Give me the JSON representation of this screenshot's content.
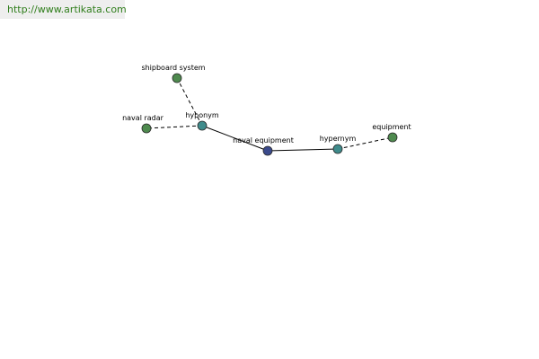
{
  "watermark": {
    "text": "http://www.artikata.com",
    "color": "#2e7d1a"
  },
  "colors": {
    "center_node": "#3b4a8c",
    "relation_node": "#3f8b8b",
    "term_node": "#4e8a4e",
    "edge": "#000000"
  },
  "graph": {
    "nodes": [
      {
        "id": "naval-equipment",
        "label": "naval equipment",
        "role": "center"
      },
      {
        "id": "hyponym",
        "label": "hyponym",
        "role": "relation"
      },
      {
        "id": "hypernym",
        "label": "hypernym",
        "role": "relation"
      },
      {
        "id": "shipboard-system",
        "label": "shipboard system",
        "role": "term"
      },
      {
        "id": "naval-radar",
        "label": "naval radar",
        "role": "term"
      },
      {
        "id": "equipment",
        "label": "equipment",
        "role": "term"
      }
    ],
    "edges": [
      {
        "from": "naval-equipment",
        "to": "hyponym",
        "style": "solid"
      },
      {
        "from": "naval-equipment",
        "to": "hypernym",
        "style": "solid"
      },
      {
        "from": "hyponym",
        "to": "shipboard-system",
        "style": "dashed"
      },
      {
        "from": "hyponym",
        "to": "naval-radar",
        "style": "dashed"
      },
      {
        "from": "hypernym",
        "to": "equipment",
        "style": "dashed"
      }
    ]
  }
}
